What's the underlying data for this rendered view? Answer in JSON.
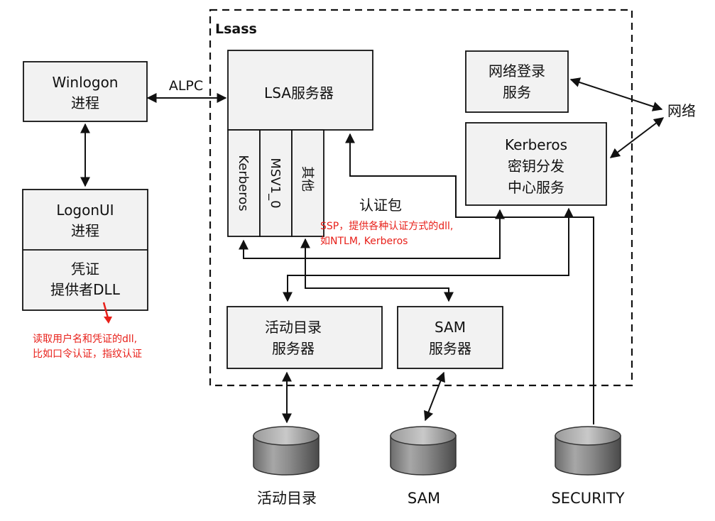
{
  "lsass_title": "Lsass",
  "winlogon": {
    "line1": "Winlogon",
    "line2": "进程"
  },
  "alpc": "ALPC",
  "logonui": {
    "line1": "LogonUI",
    "line2": "进程"
  },
  "credential_provider": {
    "line1": "凭证",
    "line2": "提供者DLL"
  },
  "note_credential": {
    "line1": "读取用户名和凭证的dll,",
    "line2": "比如口令认证，指纹认证"
  },
  "lsa_server": "LSA服务器",
  "packages": {
    "kerberos": "Kerberos",
    "msv": "MSV1_0",
    "other": "其他"
  },
  "auth_package": "认证包",
  "note_ssp": {
    "line1": "SSP，提供各种认证方式的dll,",
    "line2": "如NTLM, Kerberos"
  },
  "net_logon": {
    "line1": "网络登录",
    "line2": "服务"
  },
  "kdc": {
    "line1": "Kerberos",
    "line2": "密钥分发",
    "line3": "中心服务"
  },
  "network": "网络",
  "ad_server": {
    "line1": "活动目录",
    "line2": "服务器"
  },
  "sam_server": {
    "line1": "SAM",
    "line2": "服务器"
  },
  "db_ad": "活动目录",
  "db_sam": "SAM",
  "db_security": "SECURITY",
  "colors": {
    "box_fill": "#f2f2f2",
    "line": "#111111",
    "annotation": "#e8201a"
  }
}
